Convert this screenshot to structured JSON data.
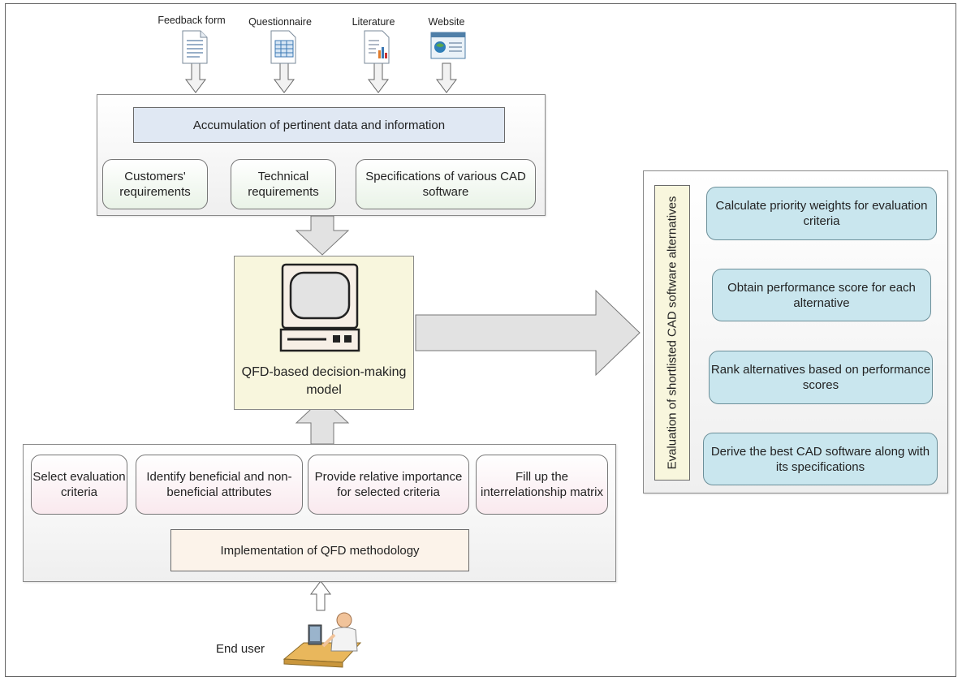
{
  "sources": [
    {
      "label": "Feedback form",
      "icon": "document-icon"
    },
    {
      "label": "Questionnaire",
      "icon": "spreadsheet-icon"
    },
    {
      "label": "Literature",
      "icon": "report-chart-icon"
    },
    {
      "label": "Website",
      "icon": "web-page-icon"
    }
  ],
  "top_panel": {
    "header": "Accumulation of pertinent data and information",
    "items": [
      "Customers' requirements",
      "Technical requirements",
      "Specifications of various CAD software"
    ]
  },
  "model": {
    "icon": "computer-terminal-icon",
    "label": "QFD-based decision-making model"
  },
  "bottom_panel": {
    "items": [
      "Select evaluation criteria",
      "Identify beneficial and non-beneficial attributes",
      "Provide relative importance for selected criteria",
      "Fill up the interrelationship matrix"
    ],
    "footer": "Implementation of QFD methodology"
  },
  "end_user": {
    "label": "End user",
    "icon": "person-at-desk-icon"
  },
  "evaluation": {
    "title": "Evaluation of shortlisted CAD software alternatives",
    "steps": [
      "Calculate priority weights for evaluation criteria",
      "Obtain performance score for each alternative",
      "Rank alternatives based on performance scores",
      "Derive the best CAD software along with its specifications"
    ]
  },
  "colors": {
    "header_blue": "#e0e8f3",
    "model_yellow": "#f8f6dd",
    "step_blue": "#c9e6ee",
    "arrow_gray": "#e2e2e2"
  }
}
